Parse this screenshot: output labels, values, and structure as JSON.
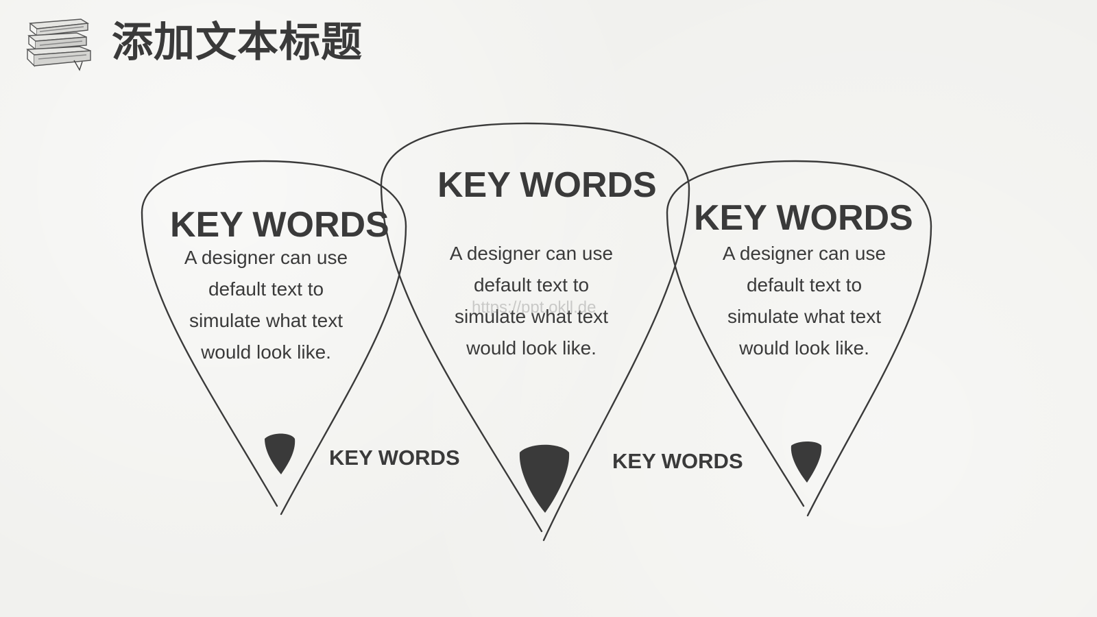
{
  "page": {
    "title": "添加文本标题",
    "watermark": "https://ppt.okll.de"
  },
  "cards": [
    {
      "heading": "KEY WORDS",
      "body": "A designer can use default text to simulate what text would look like."
    },
    {
      "heading": "KEY WORDS",
      "body": "A designer can use default text to simulate what text would look like."
    },
    {
      "heading": "KEY WORDS",
      "body": "A designer can use default text to simulate what text would look like."
    }
  ],
  "connectors": [
    {
      "label": "KEY WORDS"
    },
    {
      "label": "KEY WORDS"
    }
  ],
  "icons": {
    "logo": "book-stack-icon",
    "pick": "guitar-pick-icon"
  },
  "colors": {
    "ink": "#3a3a3a",
    "background": "#f1f1ee"
  }
}
